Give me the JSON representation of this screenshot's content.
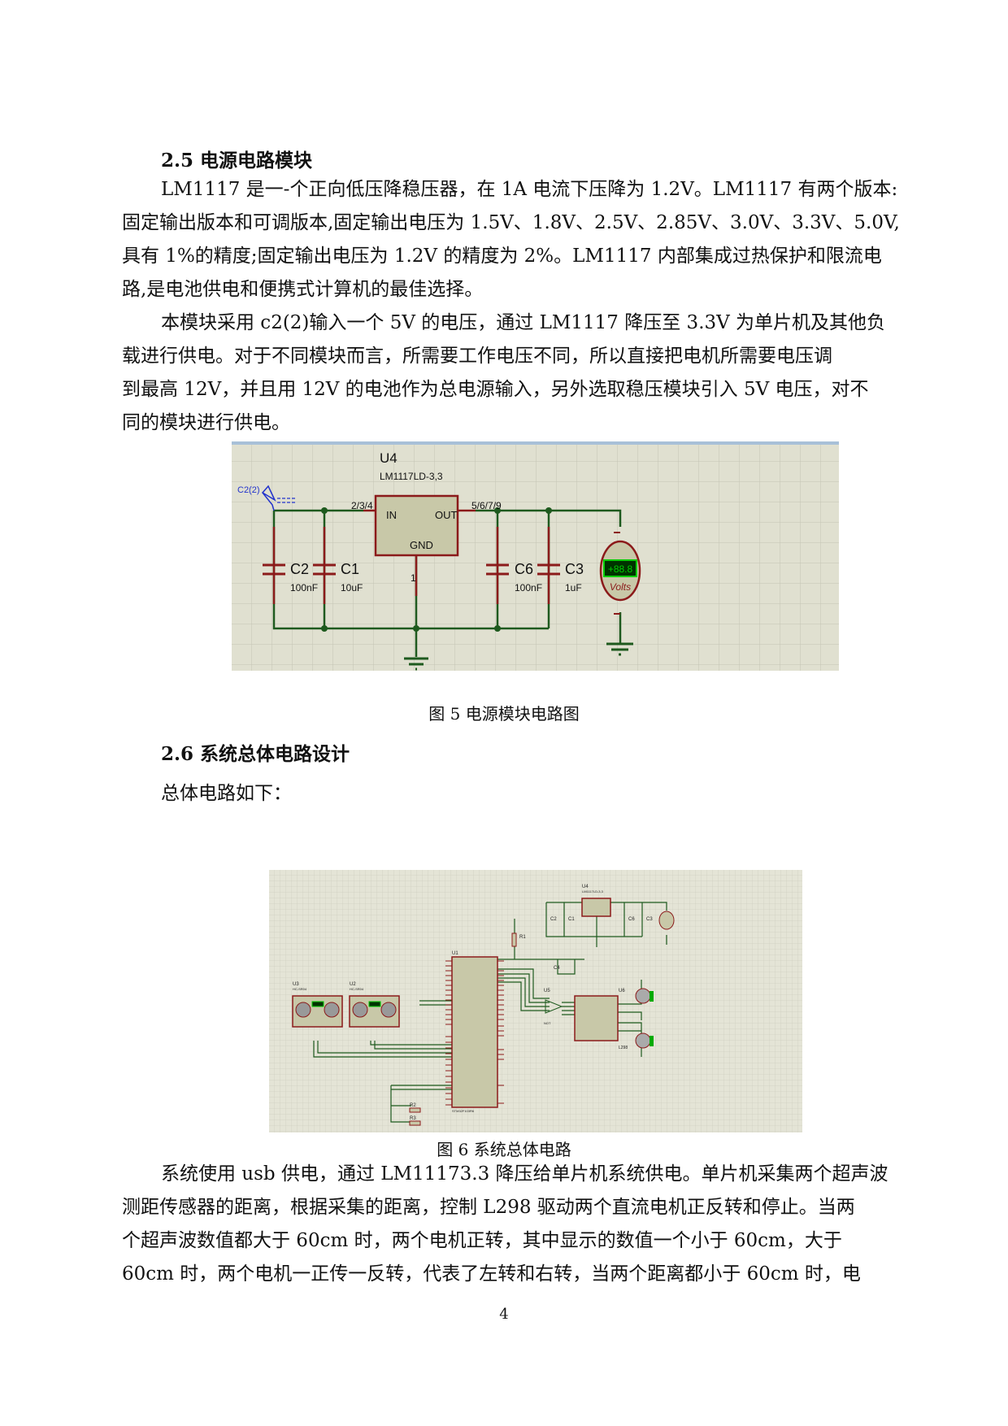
{
  "section_25": {
    "heading": "2.5 电源电路模块",
    "para1": [
      "LM1117 是一-个正向低压降稳压器，在 1A 电流下压降为 1.2V。LM1117 有两个版本:",
      "固定输出版本和可调版本,固定输出电压为 1.5V、1.8V、2.5V、2.85V、3.0V、3.3V、5.0V,",
      "具有 1%的精度;固定输出电压为 1.2V 的精度为 2%。LM1117 内部集成过热保护和限流电",
      "路,是电池供电和便携式计算机的最佳选择。"
    ],
    "para2": [
      "本模块采用 c2(2)输入一个 5V 的电压，通过 LM1117 降压至 3.3V 为单片机及其他负",
      "载进行供电。对于不同模块而言，所需要工作电压不同，所以直接把电机所需要电压调",
      "到最高 12V，并且用 12V 的电池作为总电源输入，另外选取稳压模块引入 5V 电压，对不",
      "同的模块进行供电。"
    ]
  },
  "figure5": {
    "caption": "图 5  电源模块电路图",
    "ic_ref": "U4",
    "ic_part": "LM1117LD-3,3",
    "ic_in": "IN",
    "ic_out": "OUT",
    "ic_gnd": "GND",
    "in_pins": "2/3/4",
    "out_pins": "5/6/7/9",
    "gnd_pin": "1",
    "terminal": "C2(2)",
    "caps": [
      {
        "ref": "C2",
        "value": "100nF"
      },
      {
        "ref": "C1",
        "value": "10uF"
      },
      {
        "ref": "C6",
        "value": "100nF"
      },
      {
        "ref": "C3",
        "value": "1uF"
      }
    ],
    "meter_display": "+88.8",
    "meter_label": "Volts",
    "colors": {
      "background": "#e0e0d0",
      "wire": "#1e5a1e",
      "component": "#8b1a1a",
      "ic_fill": "#c8c8a8",
      "terminal": "#2233cc",
      "display": "#00aa00"
    }
  },
  "section_26": {
    "heading": "2.6 系统总体电路设计",
    "intro": "总体电路如下："
  },
  "figure6": {
    "caption": "图 6  系统总体电路",
    "labels": {
      "mcu": "U1",
      "mcu_part": "STM32F103R6",
      "us1": "U3",
      "us2": "U2",
      "us_part": "HC-SR04",
      "reg": "U4",
      "reg_part": "LM1117LD-3,3",
      "inv": "U5",
      "inv_part": "NOT",
      "drv": "U6",
      "drv_part": "L298",
      "r1": "R1",
      "r2": "R2",
      "r3": "R3",
      "c4": "C4",
      "c2": "C2",
      "c1": "C1",
      "c6": "C6",
      "c3": "C3"
    }
  },
  "para3": [
    "系统使用 usb 供电，通过 LM11173.3 降压给单片机系统供电。单片机采集两个超声波",
    "测距传感器的距离，根据采集的距离，控制 L298 驱动两个直流电机正反转和停止。当两",
    "个超声波数值都大于 60cm 时，两个电机正转，其中显示的数值一个小于 60cm，大于",
    "60cm 时，两个电机一正传一反转，代表了左转和右转，当两个距离都小于 60cm 时，电"
  ],
  "page_number": "4"
}
